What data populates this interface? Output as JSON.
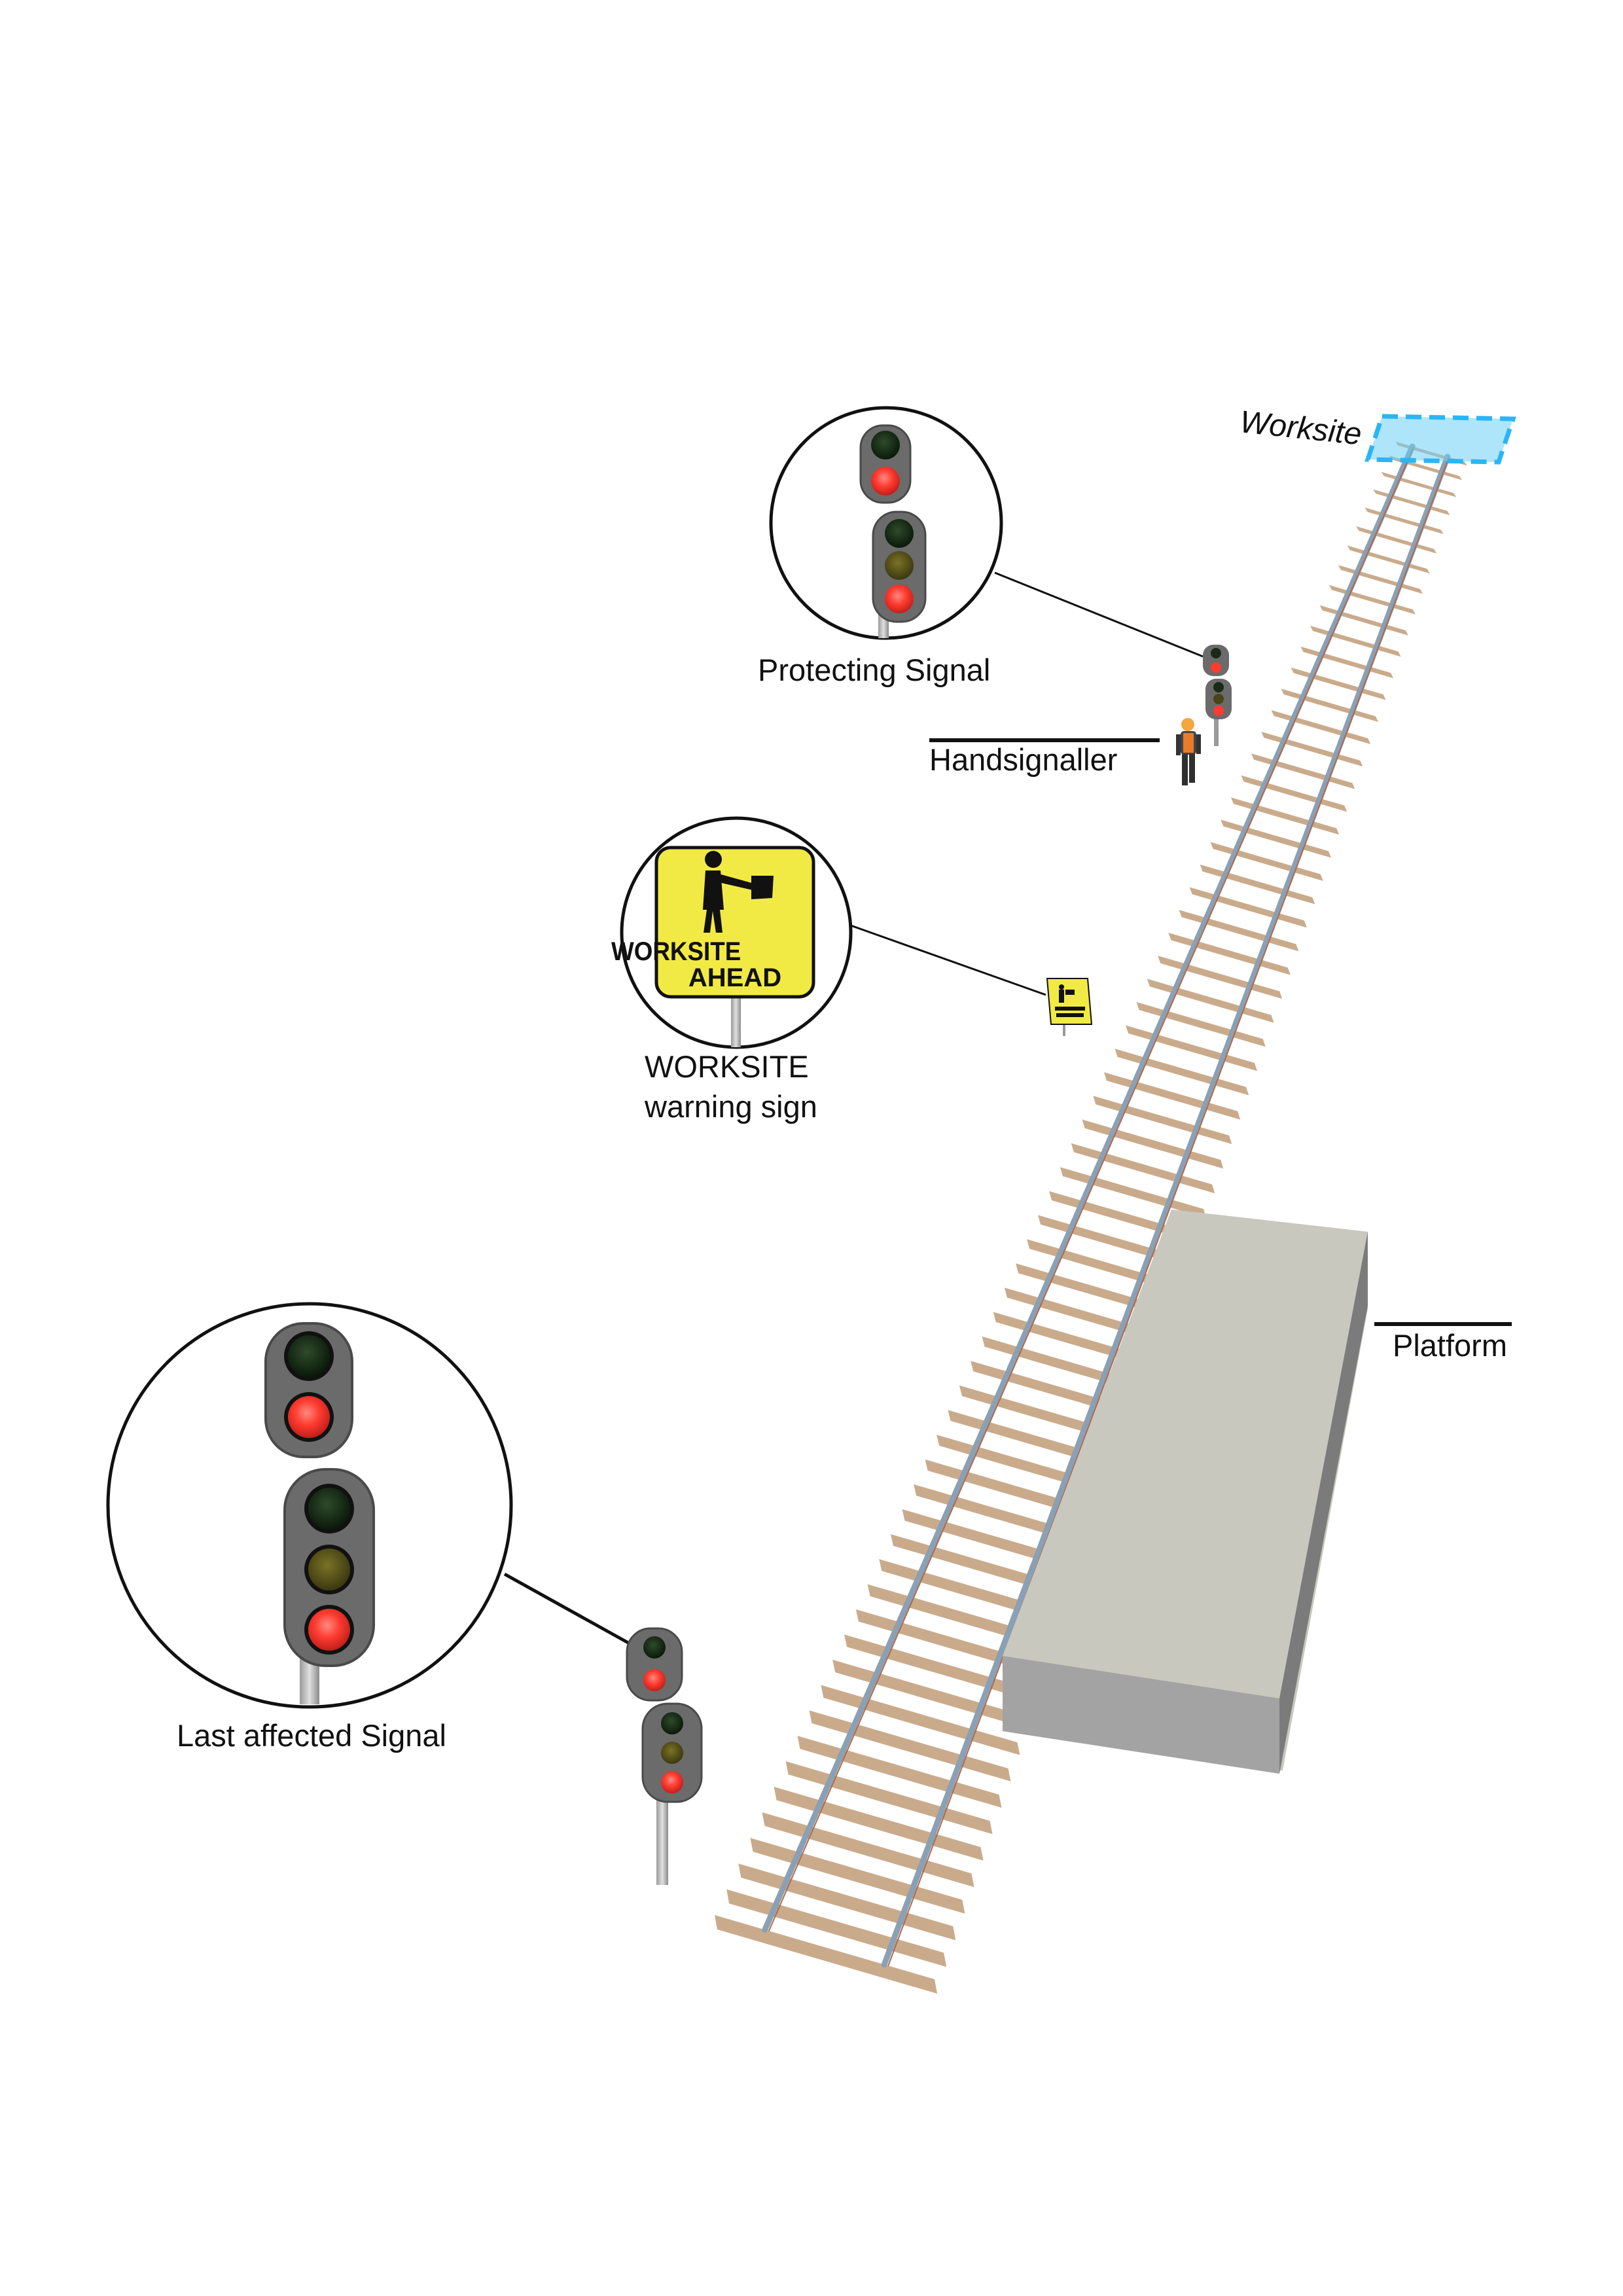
{
  "labels": {
    "worksite": "Worksite",
    "protecting_signal": "Protecting Signal",
    "handsignaller": "Handsignaller",
    "worksite_sign_line1": "WORKSITE",
    "worksite_sign_line2": "warning sign",
    "platform": "Platform",
    "last_affected_signal": "Last affected Signal"
  },
  "sign": {
    "line1": "WORKSITE",
    "line2": "AHEAD"
  },
  "colors": {
    "signal_red": "#ff3b30",
    "signal_dark_green": "#0f2410",
    "signal_dark_yellow": "#5a5418",
    "sign_yellow": "#f2ea44",
    "worksite_blue": "#4fc3f7",
    "sleeper": "#c9ab8c",
    "rail": "#8aa0b5",
    "platform_top": "#c8c8bf",
    "platform_front": "#a4a4a4",
    "platform_side": "#7c7c7c"
  },
  "icons": {
    "signal": "signal-icon",
    "person": "handsignaller-icon",
    "sign": "worksite-sign-icon"
  }
}
